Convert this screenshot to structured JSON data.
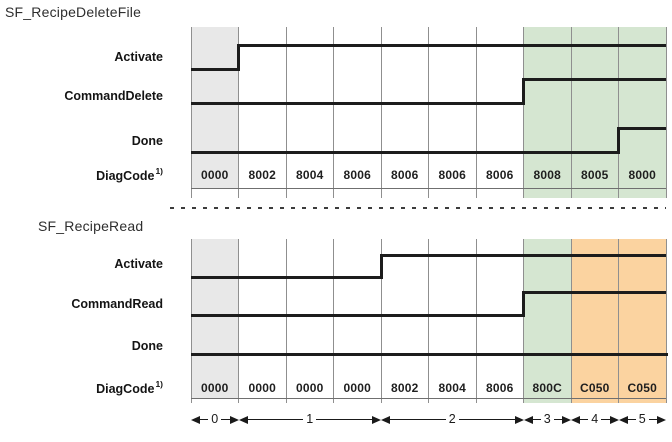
{
  "colors": {
    "shade_gray": "#e8e8e8",
    "shade_green": "#d5e6d1",
    "shade_orange": "#fbd3a0",
    "signal_line": "#1c1c1c",
    "grid_line": "#8f8f8f",
    "text": "#1f1f1f"
  },
  "footnote_marker": "1)",
  "panels": [
    {
      "title": "SF_RecipeDeleteFile",
      "diag_label": "DiagCode",
      "signals": [
        {
          "label": "Activate",
          "rise_col": 1
        },
        {
          "label": "CommandDelete",
          "rise_col": 7
        },
        {
          "label": "Done",
          "rise_col": 9
        }
      ],
      "diag_codes": [
        "0000",
        "8002",
        "8004",
        "8006",
        "8006",
        "8006",
        "8006",
        "8008",
        "8005",
        "8000"
      ],
      "shading": [
        {
          "from": 0,
          "to": 1,
          "color": "shade_gray"
        },
        {
          "from": 7,
          "to": 10,
          "color": "shade_green"
        }
      ]
    },
    {
      "title": "SF_RecipeRead",
      "diag_label": "DiagCode",
      "signals": [
        {
          "label": "Activate",
          "rise_col": 4
        },
        {
          "label": "CommandRead",
          "rise_col": 7
        },
        {
          "label": "Done",
          "rise_col": null
        }
      ],
      "diag_codes": [
        "0000",
        "0000",
        "0000",
        "0000",
        "8002",
        "8004",
        "8006",
        "800C",
        "C050",
        "C050"
      ],
      "shading": [
        {
          "from": 0,
          "to": 1,
          "color": "shade_gray"
        },
        {
          "from": 7,
          "to": 8,
          "color": "shade_green"
        },
        {
          "from": 8,
          "to": 10,
          "color": "shade_orange"
        }
      ],
      "phases": [
        {
          "label": "0",
          "from": 0,
          "to": 1
        },
        {
          "label": "1",
          "from": 1,
          "to": 4
        },
        {
          "label": "2",
          "from": 4,
          "to": 7
        },
        {
          "label": "3",
          "from": 7,
          "to": 8
        },
        {
          "label": "4",
          "from": 8,
          "to": 9
        },
        {
          "label": "5",
          "from": 9,
          "to": 10
        }
      ]
    }
  ]
}
